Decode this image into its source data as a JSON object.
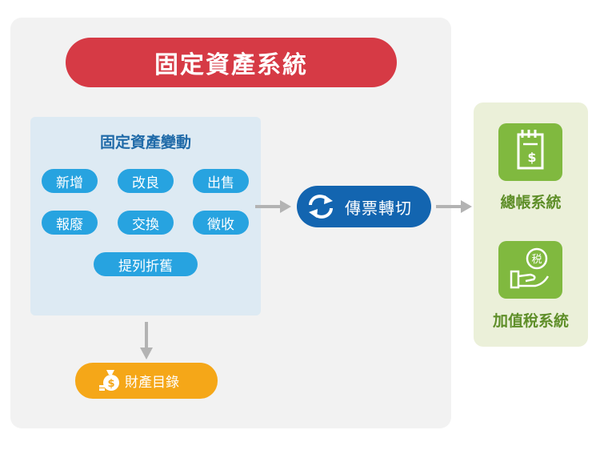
{
  "title": "固定資產系統",
  "changes": {
    "title": "固定資產變動",
    "items": [
      "新增",
      "改良",
      "出售",
      "報廢",
      "交換",
      "徵收",
      "提列折舊"
    ]
  },
  "convert": {
    "label": "傳票轉切",
    "icon": "sync-arrows-icon"
  },
  "asset_register": {
    "label": "財產目錄",
    "icon": "money-bag-icon"
  },
  "outputs": [
    {
      "label": "總帳系統",
      "icon": "receipt-icon"
    },
    {
      "label": "加值稅系統",
      "icon": "tax-hand-icon"
    }
  ],
  "colors": {
    "title_red": "#d63a45",
    "pill_blue": "#27a3e0",
    "convert_blue": "#1365b0",
    "asset_orange": "#f5a718",
    "output_green": "#80b93f",
    "arrow_gray": "#b3b3b3"
  }
}
